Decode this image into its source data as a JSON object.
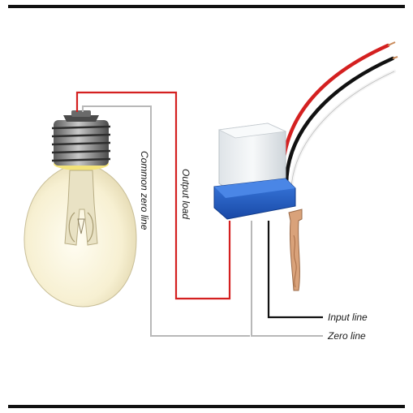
{
  "labels": {
    "output_load": "Output load",
    "common_zero_line": "Common zero line",
    "input_line": "Input line",
    "zero_line": "Zero line"
  },
  "colors": {
    "live_wire": "#d42020",
    "neutral_wire": "#b8b8b8",
    "input_wire": "#111111",
    "frame_bars": "#111111",
    "sensor_base": "#1f5fc8",
    "sensor_cap": "#eef1f3",
    "bulb_glass": "#f8f3dc",
    "bulb_glow": "#f3e37a"
  },
  "icons": {
    "bulb": "light-bulb-icon",
    "sensor": "photocell-switch-icon"
  }
}
